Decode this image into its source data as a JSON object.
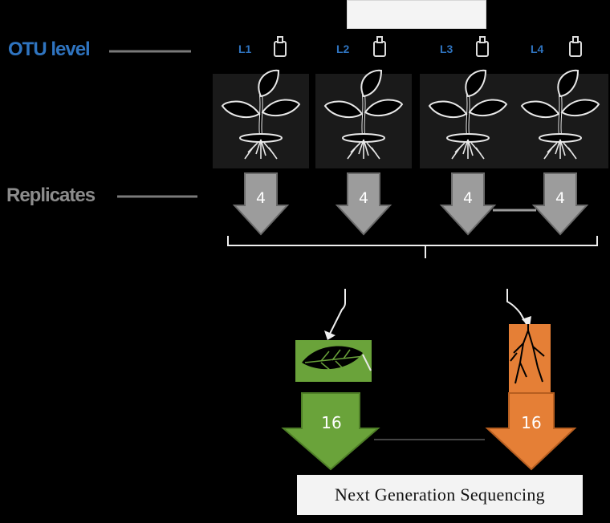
{
  "header": {
    "title": ""
  },
  "labels": {
    "level_row": "OTU level",
    "replicate_row": "Replicates",
    "pooled_group": ""
  },
  "levels": [
    {
      "tag": "L1",
      "replicates": "4"
    },
    {
      "tag": "L2",
      "replicates": "4"
    },
    {
      "tag": "L3",
      "replicates": "4"
    },
    {
      "tag": "L4",
      "replicates": "4"
    }
  ],
  "tissues": [
    {
      "name": "leaf",
      "samples": "16",
      "color": "#6aa33a"
    },
    {
      "name": "root",
      "samples": "16",
      "color": "#e57f36"
    }
  ],
  "footer": {
    "label": "Next Generation Sequencing"
  },
  "colors": {
    "background": "#000000",
    "level_blue": "#2f74c0",
    "arrow_gray": "#9a9a9a",
    "leaf_green": "#6aa33a",
    "root_orange": "#e57f36"
  },
  "icons": [
    "plant-icon",
    "leaf-icon",
    "root-icon",
    "pot-icon"
  ]
}
